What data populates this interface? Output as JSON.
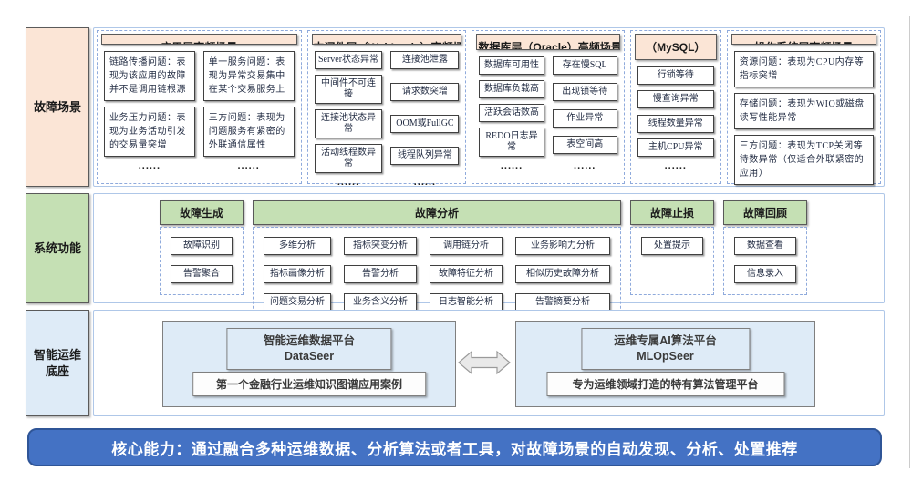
{
  "scenarios": {
    "label": "故障场景",
    "dots": "......",
    "groups": [
      {
        "title": "应用层高频场景",
        "columns": [
          {
            "cards": [
              "链路传播问题：表现为该应用的故障并不是调用链根源",
              "业务压力问题：表现为业务活动引发的交易量突增"
            ]
          },
          {
            "cards": [
              "单一服务问题：表现为异常交易集中在某个交易服务上",
              "三方问题：表现为问题服务有紧密的外联通信属性"
            ]
          }
        ]
      },
      {
        "title": "中间件层（WebLogic）高频场景",
        "columns": [
          {
            "cards": [
              "Server状态异常",
              "中间件不可连接",
              "连接池状态异常",
              "活动线程数异常"
            ]
          },
          {
            "cards": [
              "连接池泄露",
              "请求数突增",
              "OOM或FullGC",
              "线程队列异常"
            ]
          }
        ]
      },
      {
        "title": "数据库层（Oracle）高频场景",
        "columns": [
          {
            "cards": [
              "数据库可用性",
              "数据库负载高",
              "活跃会话数高",
              "REDO日志异常"
            ]
          },
          {
            "cards": [
              "存在慢SQL",
              "出现锁等待",
              "作业异常",
              "表空间高"
            ]
          }
        ]
      },
      {
        "title": "（MySQL）",
        "columns": [
          {
            "cards": [
              "行锁等待",
              "慢查询异常",
              "线程数量异常",
              "主机CPU异常"
            ]
          }
        ]
      },
      {
        "title": "操作系统层高频场景",
        "columns": [
          {
            "cards": [
              "资源问题：表现为CPU内存等指标突增",
              "存储问题：表现为WIO或磁盘读写性能异常",
              "三方问题：表现为TCP关闭等待数异常（仅适合外联紧密的应用）"
            ]
          }
        ]
      }
    ]
  },
  "functions": {
    "label": "系统功能",
    "groups": [
      {
        "title": "故障生成",
        "items": [
          "故障识别",
          "告警聚合"
        ]
      },
      {
        "title": "故障分析",
        "items": [
          "多维分析",
          "指标突变分析",
          "调用链分析",
          "业务影响力分析",
          "指标画像分析",
          "告警分析",
          "故障特征分析",
          "相似历史故障分析",
          "问题交易分析",
          "业务含义分析",
          "日志智能分析",
          "告警摘要分析"
        ]
      },
      {
        "title": "故障止损",
        "items": [
          "处置提示"
        ]
      },
      {
        "title": "故障回顾",
        "items": [
          "数据查看",
          "信息录入"
        ]
      }
    ]
  },
  "platform": {
    "label": "智能运维底座",
    "boxes": [
      {
        "title": "智能运维数据平台",
        "name": "DataSeer",
        "subtitle": "第一个金融行业运维知识图谱应用案例"
      },
      {
        "title": "运维专属AI算法平台",
        "name": "MLOpSeer",
        "subtitle": "专为运维领域打造的特有算法管理平台"
      }
    ]
  },
  "banner": {
    "text": "核心能力：通过融合多种运维数据、分析算法或者工具，对故障场景的自动发现、分析、处置推荐"
  },
  "colors": {
    "peach": "#FBE5D6",
    "green": "#C5E0B4",
    "light_blue": "#DEEBF7",
    "banner_blue": "#4472C4",
    "dashed_border": "#8FAADC",
    "band_border": "#AFC7E8"
  }
}
